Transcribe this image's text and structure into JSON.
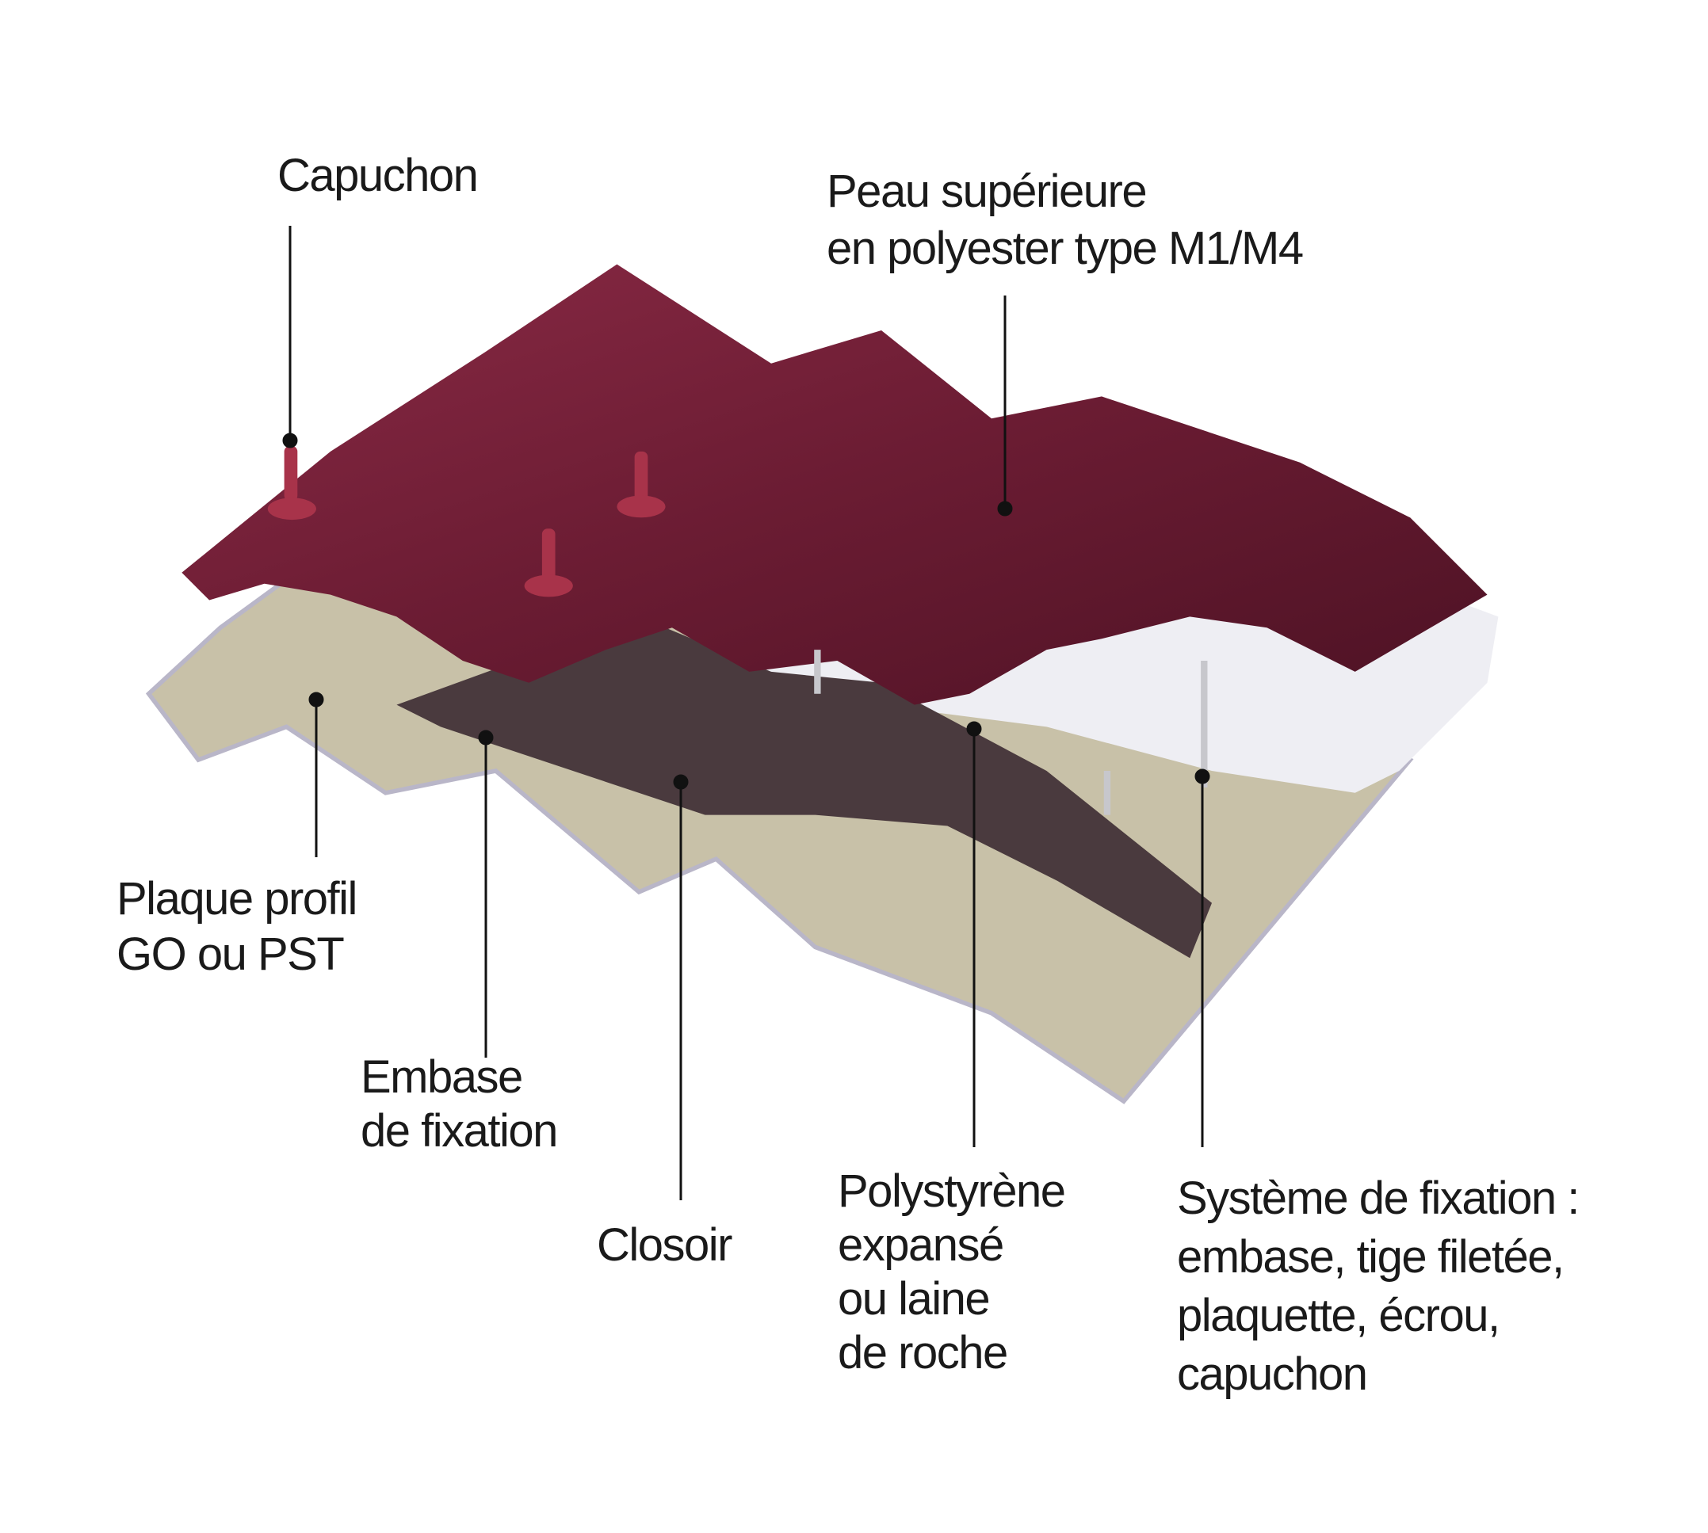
{
  "title": "Panneau de couverture isolé - composants",
  "labels": {
    "capuchon": [
      "Capuchon"
    ],
    "peau": [
      "Peau supérieure",
      "en polyester type M1/M4"
    ],
    "plaque": [
      "Plaque profil",
      "GO ou PST"
    ],
    "embase": [
      "Embase",
      "de fixation"
    ],
    "closoir": [
      "Closoir"
    ],
    "polystyrene": [
      "Polystyrène",
      "expansé",
      "ou laine",
      "de roche"
    ],
    "systeme": [
      "Système de fixation :",
      "embase, tige filetée,",
      "plaquette, écrou,",
      "capuchon"
    ]
  },
  "colors": {
    "skin": "#6b1c33",
    "foam": "#eeeef3",
    "closoir": "#4a3a3e",
    "sheet": "#c8c1a8",
    "leader": "#111111"
  }
}
